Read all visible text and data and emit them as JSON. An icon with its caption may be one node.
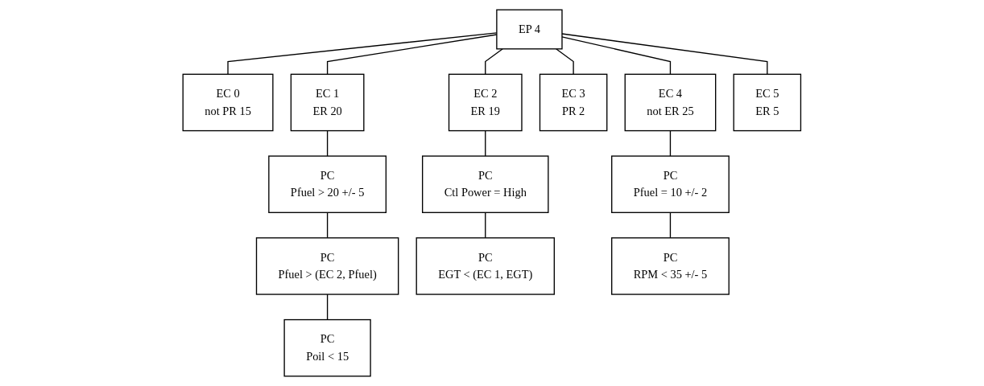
{
  "diagram": {
    "nodes": [
      {
        "text": [
          "EP 4"
        ]
      },
      {
        "text": [
          "EC 0",
          "not PR 15"
        ]
      },
      {
        "text": [
          "EC 1",
          "ER 20"
        ]
      },
      {
        "text": [
          "EC 2",
          "ER 19"
        ]
      },
      {
        "text": [
          "EC 3",
          "PR 2"
        ]
      },
      {
        "text": [
          "EC 4",
          "not ER 25"
        ]
      },
      {
        "text": [
          "EC 5",
          "ER 5"
        ]
      },
      {
        "text": [
          "PC",
          "Pfuel > 20 +/- 5"
        ]
      },
      {
        "text": [
          "PC",
          "Pfuel > (EC 2, Pfuel)"
        ]
      },
      {
        "text": [
          "PC",
          "Poil < 15"
        ]
      },
      {
        "text": [
          "PC",
          "Ctl Power = High"
        ]
      },
      {
        "text": [
          "PC",
          "EGT < (EC 1, EGT)"
        ]
      },
      {
        "text": [
          "PC",
          "Pfuel = 10 +/- 2"
        ]
      },
      {
        "text": [
          "PC",
          "RPM < 35 +/- 5"
        ]
      }
    ],
    "edges": [
      {
        "from": 0,
        "to": 1,
        "arrow": "none"
      },
      {
        "from": 0,
        "to": 2,
        "arrow": "none"
      },
      {
        "from": 0,
        "to": 3,
        "arrow": "none"
      },
      {
        "from": 0,
        "to": 4,
        "arrow": "none"
      },
      {
        "from": 0,
        "to": 5,
        "arrow": "none"
      },
      {
        "from": 0,
        "to": 6,
        "arrow": "none"
      },
      {
        "from": 2,
        "to": 7,
        "arrow": "none"
      },
      {
        "from": 7,
        "to": 8,
        "arrow": "none"
      },
      {
        "from": 8,
        "to": 9,
        "arrow": "none"
      },
      {
        "from": 3,
        "to": 10,
        "arrow": "none"
      },
      {
        "from": 10,
        "to": 11,
        "arrow": "none"
      },
      {
        "from": 5,
        "to": 12,
        "arrow": "none"
      },
      {
        "from": 12,
        "to": 13,
        "arrow": "none"
      }
    ]
  }
}
